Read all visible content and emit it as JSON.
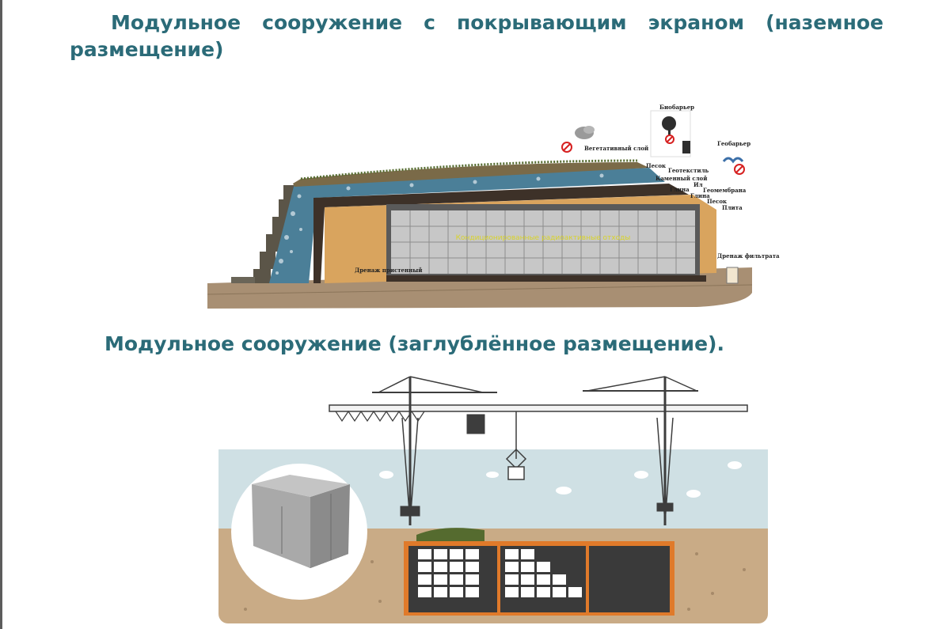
{
  "heading_top": "Модульное сооружение с покрывающим экраном (наземное размещение)",
  "heading_bottom": "Модульное сооружение (заглублённое размещение).",
  "diagram_top": {
    "labels": {
      "vegetation": "Вегетативный слой",
      "biobarrier": "Биобарьер",
      "geobarrier": "Геобарьер",
      "sand1": "Песок",
      "geotextile": "Геотекстиль",
      "stone_layer": "Каменный слой",
      "silt": "Ил",
      "clay1": "Глина",
      "geomembrane": "Геомембрана",
      "clay2": "Глина",
      "sand2": "Песок",
      "slab": "Плита",
      "drain_left": "Дренаж пристенный",
      "drain_right": "Дренаж фильтрата",
      "vault_text": "Кондиционированные радиоактивные отходы"
    }
  },
  "colors": {
    "heading": "#2b6b78",
    "sand": "#d9a45e",
    "gravel": "#4b7f98",
    "soil": "#a88f73",
    "sky": "#cfe0e4",
    "crane": "#3d3d3d",
    "pit": "#e07a2a",
    "cell": "#ffffff",
    "grass": "#556b2f"
  },
  "icons": [
    "rock-icon",
    "prohibited-icon",
    "tree-icon",
    "animal-icon",
    "wave-icon",
    "container-icon",
    "cloud-icon",
    "crane-icon"
  ]
}
